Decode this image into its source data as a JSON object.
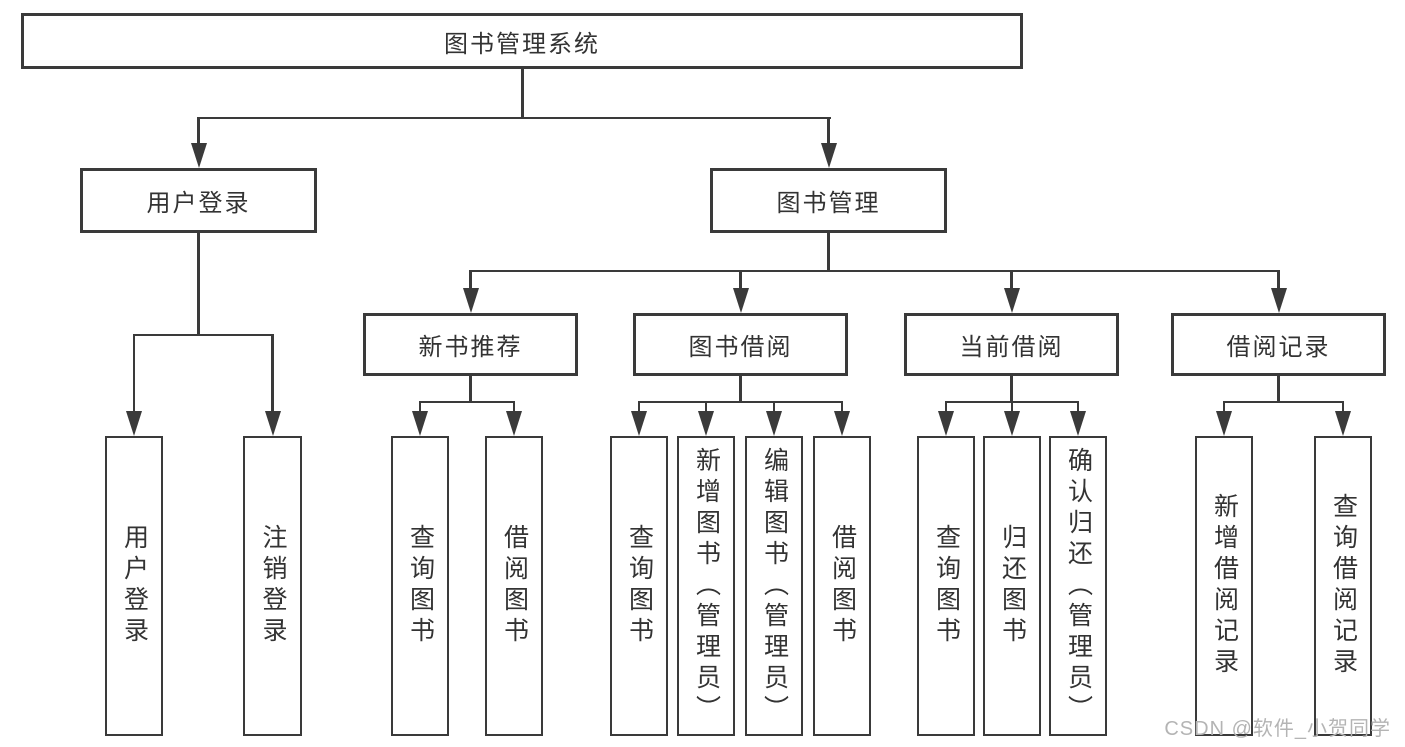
{
  "colors": {
    "line": "#3a3a3a",
    "text": "#333333",
    "watermark": "#b4b4b4",
    "background": "#ffffff"
  },
  "watermark": {
    "text": "CSDN @软件_小贺同学"
  },
  "tree": {
    "root": {
      "label": "图书管理系统"
    },
    "branches": [
      {
        "label": "用户登录",
        "children": [
          {
            "label": "用户登录"
          },
          {
            "label": "注销登录"
          }
        ]
      },
      {
        "label": "图书管理",
        "children": [
          {
            "label": "新书推荐",
            "children": [
              {
                "label": "查询图书"
              },
              {
                "label": "借阅图书"
              }
            ]
          },
          {
            "label": "图书借阅",
            "children": [
              {
                "label": "查询图书"
              },
              {
                "label": "新增图书（管理员）"
              },
              {
                "label": "编辑图书（管理员）"
              },
              {
                "label": "借阅图书"
              }
            ]
          },
          {
            "label": "当前借阅",
            "children": [
              {
                "label": "查询图书"
              },
              {
                "label": "归还图书"
              },
              {
                "label": "确认归还（管理员）"
              }
            ]
          },
          {
            "label": "借阅记录",
            "children": [
              {
                "label": "新增借阅记录"
              },
              {
                "label": "查询借阅记录"
              }
            ]
          }
        ]
      }
    ]
  }
}
